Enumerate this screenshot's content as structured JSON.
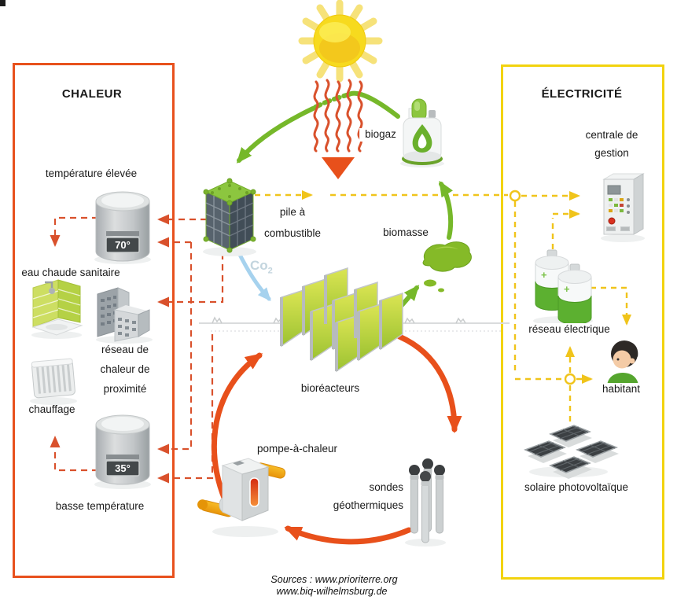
{
  "colors": {
    "heat_box_border": "#e8511d",
    "electricity_box_border": "#f2d30e",
    "red_arrow": "#e8501b",
    "red_dashed": "#d9512c",
    "green_arrow": "#76b82a",
    "yellow_dashed": "#f0c41b",
    "blue_arrow": "#a6d2ee",
    "co2_text": "#c3d5de",
    "label_text": "#1a1a1a"
  },
  "heat": {
    "title": "CHALEUR",
    "high_temp_label": "température élevée",
    "high_tank_reading": "70°",
    "dhw_label": "eau chaude sanitaire",
    "network_label_l1": "réseau de",
    "network_label_l2": "chaleur de",
    "network_label_l3": "proximité",
    "heating_label": "chauffage",
    "low_tank_reading": "35°",
    "low_temp_label": "basse température"
  },
  "center": {
    "fuel_cell_l1": "pile à",
    "fuel_cell_l2": "combustible",
    "biogas_label": "biogaz",
    "biomass_label": "biomasse",
    "co2_main": "Co",
    "co2_sub": "2",
    "bioreactors_label": "bioréacteurs",
    "heat_pump_label": "pompe-à-chaleur",
    "probes_l1": "sondes",
    "probes_l2": "géothermiques"
  },
  "electricity": {
    "title": "ÉLECTRICITÉ",
    "control_l1": "centrale de",
    "control_l2": "gestion",
    "grid_label": "réseau électrique",
    "inhabitant_label": "habitant",
    "solar_label": "solaire photovoltaïque"
  },
  "sources": {
    "line1": "Sources : www.prioriterre.org",
    "line2": "www.biq-wilhelmsburg.de"
  }
}
